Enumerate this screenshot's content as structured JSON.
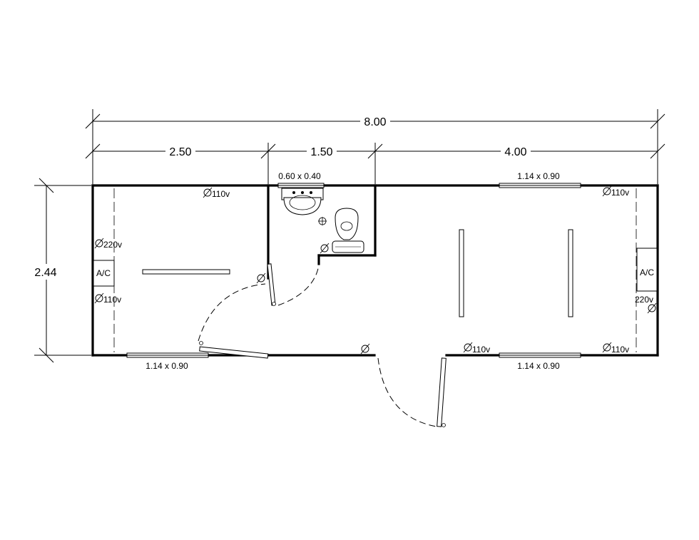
{
  "dimensions": {
    "overall_width": "8.00",
    "segment_1": "2.50",
    "segment_2": "1.50",
    "segment_3": "4.00",
    "height": "2.44"
  },
  "windows": {
    "bathroom_top": "0.60 x 0.40",
    "top_right": "1.14 x 0.90",
    "bottom_left": "1.14 x 0.90",
    "bottom_right": "1.14 x 0.90"
  },
  "outlets": {
    "left_top": "110v",
    "left_wall_upper": "220v",
    "left_wall_lower": "110v",
    "right_top": "110v",
    "right_wall": "220v",
    "bottom_middle": "110v",
    "bottom_right": "110v"
  },
  "ac_units": {
    "left": "A/C",
    "right": "A/C"
  },
  "colors": {
    "line": "#000000",
    "background": "#ffffff"
  }
}
